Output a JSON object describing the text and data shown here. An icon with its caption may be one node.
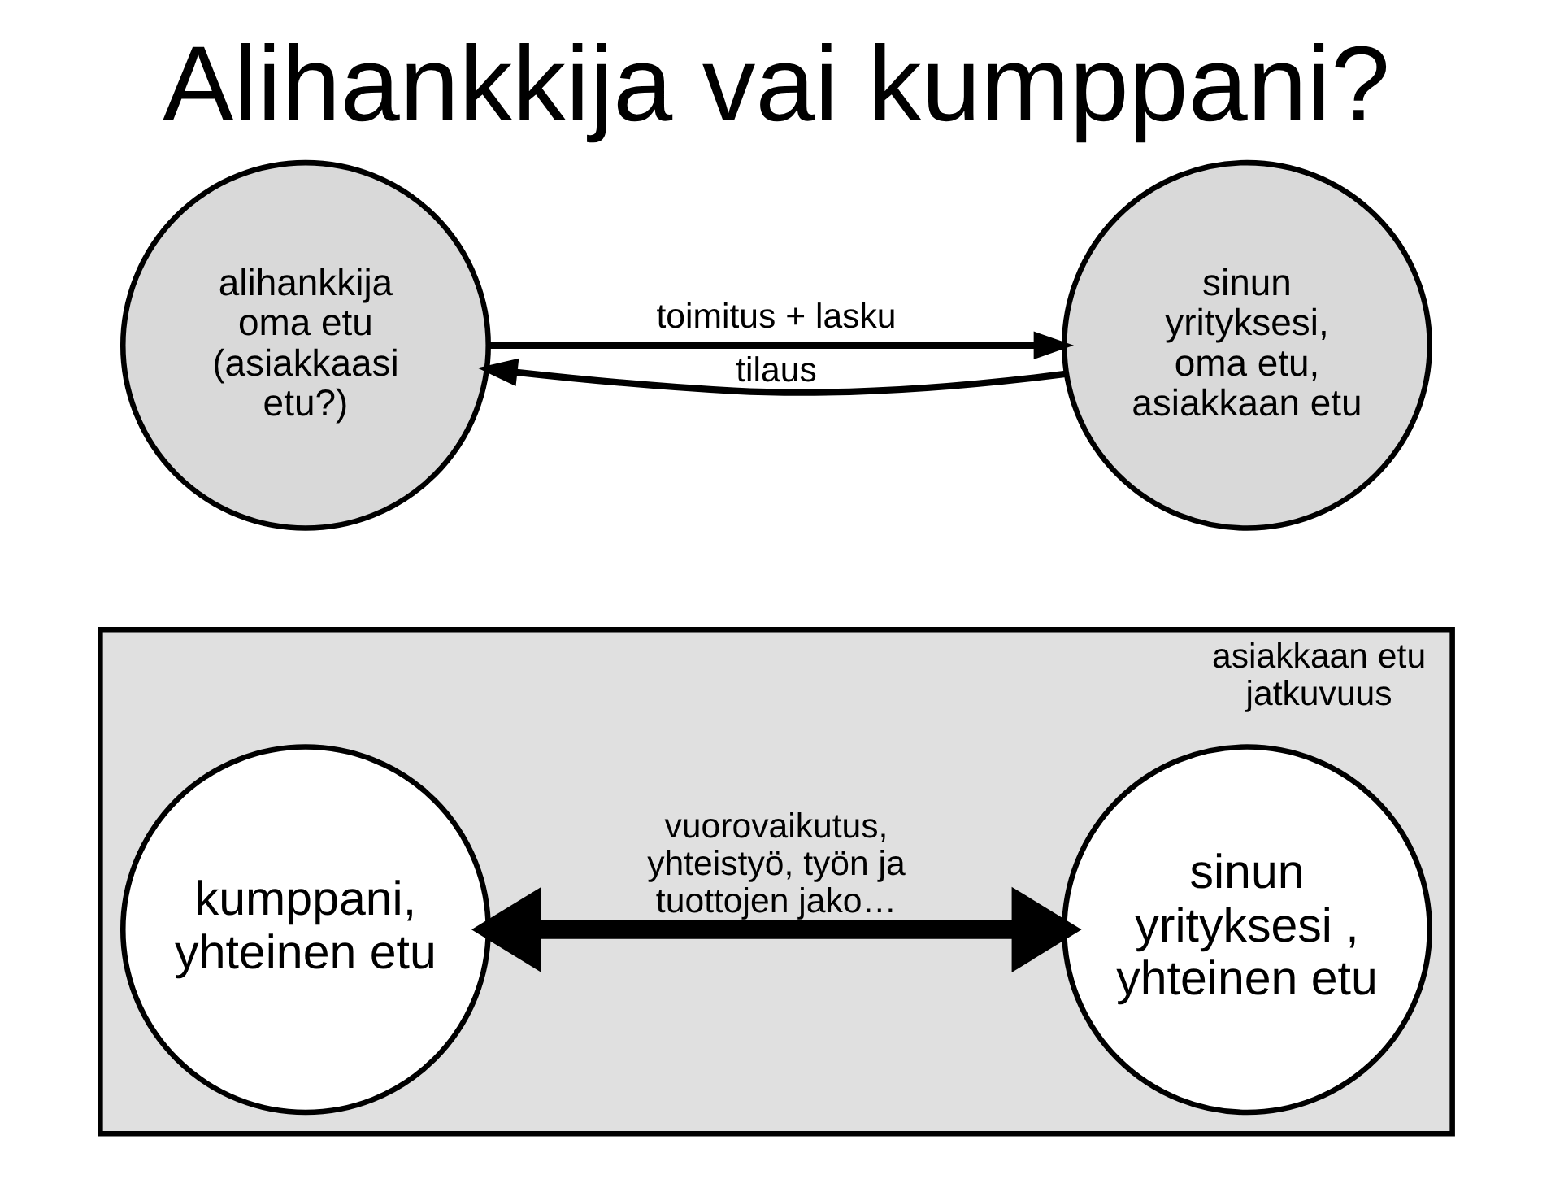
{
  "diagram": {
    "title": "Alihankkija vai kumppani?",
    "nodes": [
      {
        "text": [
          "alihankkija oma etu (asiakkaasi etu?)"
        ]
      },
      {
        "text": [
          "sinun yrityksesi, oma etu, asiakkaan etu"
        ]
      },
      {
        "text": [
          "asiakkaan etu",
          "jatkuvuus"
        ]
      },
      {
        "text": [
          "kumppani, yhteinen etu"
        ],
        "in": 2
      },
      {
        "text": [
          "sinun yrityksesi , yhteinen etu"
        ],
        "in": 2
      }
    ],
    "edges": [
      {
        "from": 1,
        "to": 0,
        "arrow": "to",
        "label": "tilaus"
      },
      {
        "from": 0,
        "to": 1,
        "arrow": "to",
        "label": "toimitus + lasku"
      },
      {
        "from": 3,
        "to": 4,
        "arrow": "both",
        "label": "vuorovaikutus, yhteistyö, työn ja tuottojen jako…",
        "style": "thick"
      }
    ]
  }
}
